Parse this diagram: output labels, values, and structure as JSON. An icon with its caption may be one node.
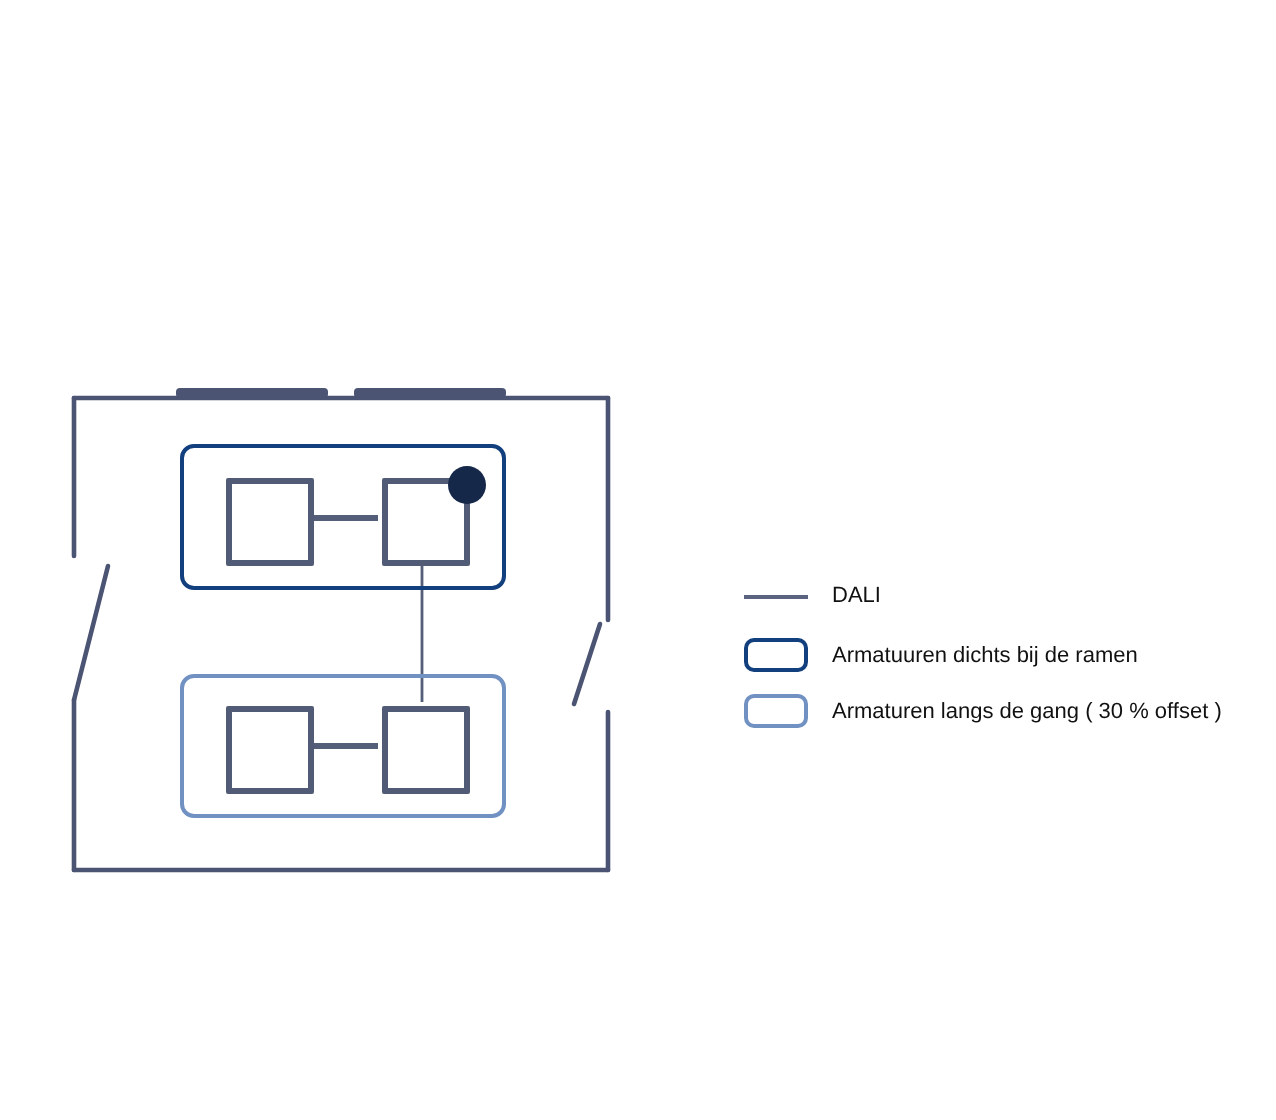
{
  "diagram": {
    "nodes": [
      {
        "text": [],
        "shape": "box"
      },
      {
        "text": [],
        "shape": "box",
        "in": 0
      },
      {
        "text": [],
        "shape": "box",
        "in": 0
      },
      {
        "text": [],
        "shape": "circle",
        "in": 0
      },
      {
        "text": [],
        "shape": "box"
      },
      {
        "text": [],
        "shape": "box",
        "in": 4
      },
      {
        "text": [],
        "shape": "box",
        "in": 4
      }
    ],
    "edges": [
      {
        "from": 1,
        "to": 2,
        "arrow": "none"
      },
      {
        "from": 2,
        "to": 6,
        "arrow": "none"
      },
      {
        "from": 5,
        "to": 6,
        "arrow": "none"
      }
    ],
    "legend": [
      {
        "text": "DALI"
      },
      {
        "text": "Armatuuren dichts bij de ramen",
        "color": "#123f7d"
      },
      {
        "text": "Armaturen langs de gang ( 30 % offset )",
        "color": "#7191c3"
      }
    ]
  }
}
